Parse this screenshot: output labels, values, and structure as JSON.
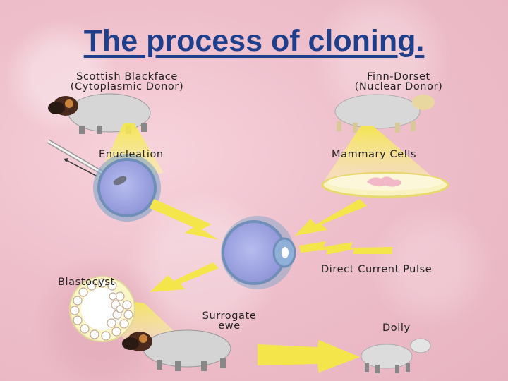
{
  "title": "The process of cloning.",
  "labels": {
    "blackface_line1": "Scottish Blackface",
    "blackface_line2": "(Cytoplasmic Donor)",
    "finn_line1": "Finn-Dorset",
    "finn_line2": "(Nuclear Donor)",
    "enucleation": "Enucleation",
    "mammary": "Mammary Cells",
    "pulse": "Direct Current Pulse",
    "blastocyst": "Blastocyst",
    "surrogate_line1": "Surrogate",
    "surrogate_line2": "ewe",
    "dolly": "Dolly"
  },
  "colors": {
    "title": "#1f3f8a",
    "arrow_yellow": "#f4e64a",
    "cell_blue": "#9fa5e0",
    "cell_ring": "#6f8fb8",
    "sheep_white": "#d8d8d8",
    "sheep_dark": "#5a3a2a"
  }
}
